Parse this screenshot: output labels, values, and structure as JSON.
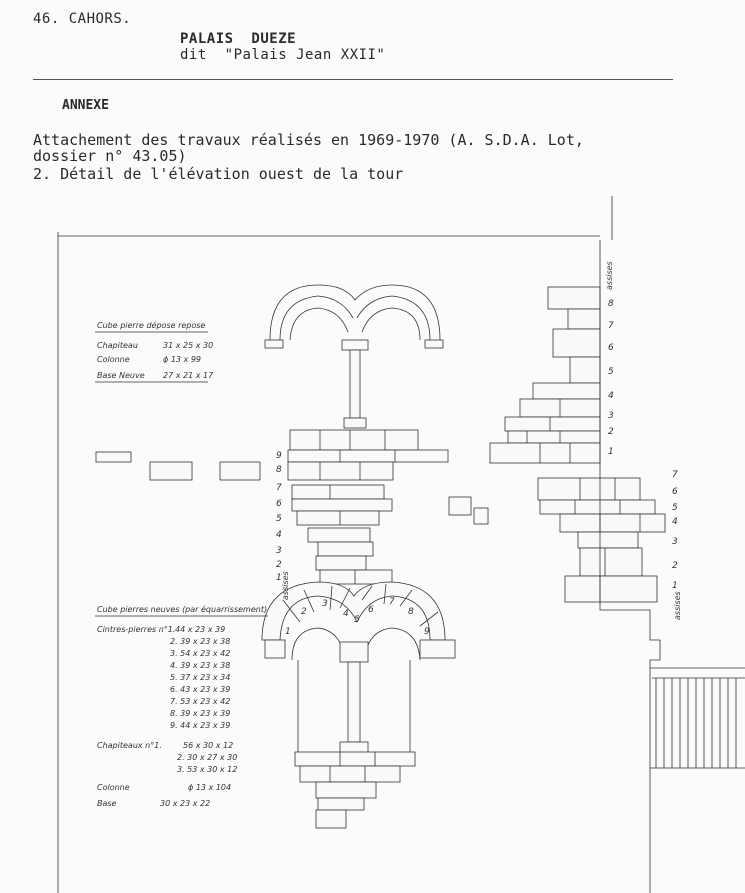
{
  "header": {
    "doc_number": "46. CAHORS.",
    "title": "PALAIS  DUEZE",
    "subtitle": "dit  \"Palais Jean XXII\""
  },
  "annex_heading": "ANNEXE",
  "caption": {
    "line1": "Attachement des travaux réalisés en 1969-1970 (A. S.D.A. Lot,",
    "line2": "dossier n° 43.05)",
    "line3": "2. Détail de l'élévation ouest de la tour"
  },
  "legend_depose": {
    "title": "Cube pierre dépose repose",
    "rows": [
      {
        "label": "Chapiteau",
        "value": "31 x 25 x 30"
      },
      {
        "label": "Colonne",
        "value": "ϕ 13 x 99"
      },
      {
        "label": "Base  Neuve",
        "value": "27 x 21 x 17"
      }
    ]
  },
  "legend_neuves": {
    "title": "Cube  pierres neuves (par équarrissement)",
    "centres_label": "Cintres-pierres n°1.",
    "centres": [
      "44 x 23 x 39",
      "2. 39 x 23 x 38",
      "3. 54 x 23 x 42",
      "4. 39 x 23 x 38",
      "5. 37 x 23 x 34",
      "6. 43 x 23 x 39",
      "7. 53 x 23 x 42",
      "8. 39 x 23 x 39",
      "9. 44 x 23 x 39"
    ],
    "chapiteaux_label": "Chapiteaux    n°1.",
    "chapiteaux": [
      "56 x 30 x 12",
      "2. 30 x 27 x 30",
      "3. 53 x 30 x 12"
    ],
    "colonne_label": "Colonne",
    "colonne_value": "ϕ  13 x 104",
    "base_label": "Base",
    "base_value": "30 x 23 x 22"
  },
  "assises_label": "assises",
  "course_numbers_left": [
    "9",
    "8",
    "7",
    "6",
    "5",
    "4",
    "3",
    "2",
    "1"
  ],
  "course_numbers_right": [
    "8",
    "7",
    "6",
    "5",
    "4",
    "3",
    "2",
    "1"
  ],
  "course_numbers_far_right": [
    "7",
    "6",
    "5",
    "4",
    "3",
    "2",
    "1"
  ],
  "arch_voussoir_numbers": [
    "1",
    "2",
    "3",
    "4",
    "5",
    "6",
    "7",
    "8",
    "9"
  ]
}
